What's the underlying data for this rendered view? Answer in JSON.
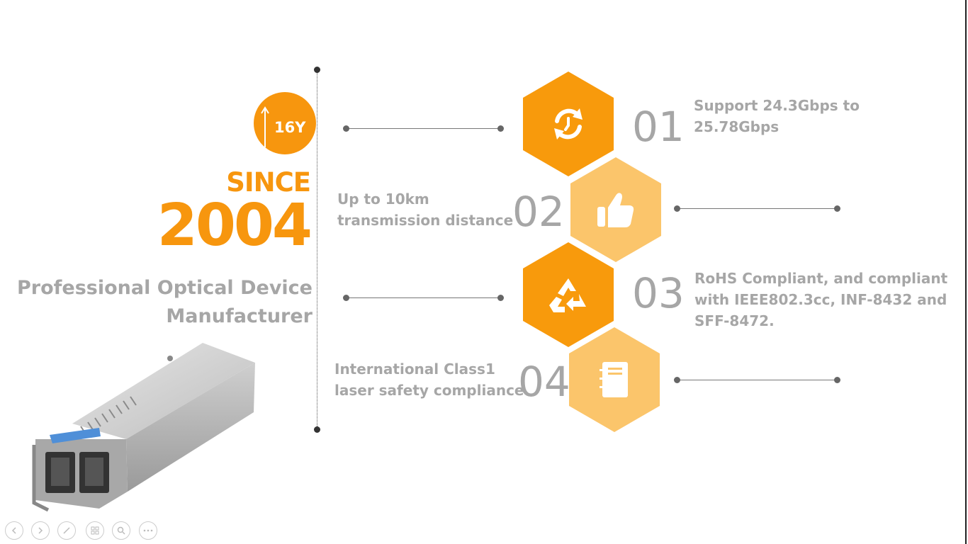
{
  "badge": {
    "years": "16Y"
  },
  "headline": {
    "since": "SINCE",
    "year": "2004",
    "tagline_line1": "Professional Optical Device",
    "tagline_line2": "Manufacturer"
  },
  "features": [
    {
      "num": "01",
      "text_line1": "Support 24.3Gbps to",
      "text_line2": "25.78Gbps",
      "icon": "refresh-icon"
    },
    {
      "num": "02",
      "text_line1": "Up to 10km",
      "text_line2": "transmission distance",
      "icon": "thumbs-up-icon"
    },
    {
      "num": "03",
      "text_line1": "RoHS Compliant, and compliant",
      "text_line2": "with IEEE802.3cc, INF-8432 and",
      "text_line3": "SFF-8472.",
      "icon": "recycle-icon"
    },
    {
      "num": "04",
      "text_line1": "International Class1",
      "text_line2": "laser safety compliance",
      "icon": "document-icon"
    }
  ],
  "colors": {
    "accent": "#f7960e",
    "accent_light": "#fbc56b",
    "text_gray": "#a6a6a6"
  },
  "nav": [
    {
      "icon": "previous-icon"
    },
    {
      "icon": "next-icon"
    },
    {
      "icon": "pen-icon"
    },
    {
      "icon": "slides-icon"
    },
    {
      "icon": "zoom-icon"
    },
    {
      "icon": "more-icon"
    }
  ]
}
